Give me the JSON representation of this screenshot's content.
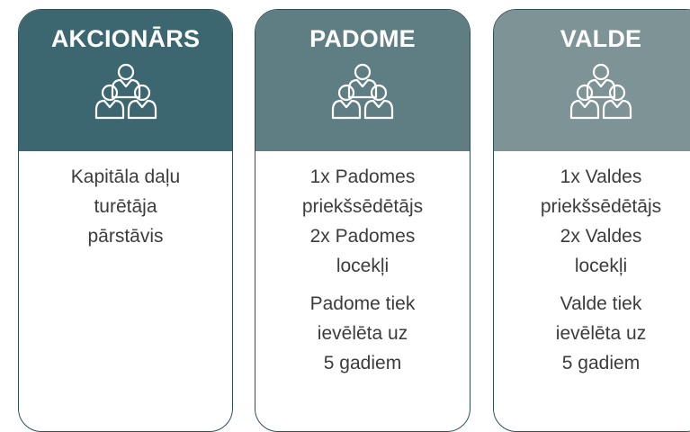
{
  "cards": [
    {
      "title": "AKCIONĀRS",
      "header_color": "#3d6770",
      "icon": "people-group-icon",
      "paragraphs": [
        [
          "Kapitāla daļu",
          "turētāja",
          "pārstāvis"
        ]
      ]
    },
    {
      "title": "PADOME",
      "header_color": "#5f7e84",
      "icon": "people-group-icon",
      "paragraphs": [
        [
          "1x Padomes",
          "priekšsēdētājs",
          "2x Padomes",
          "locekļi"
        ],
        [
          "Padome tiek",
          "ievēlēta uz",
          "5 gadiem"
        ]
      ]
    },
    {
      "title": "VALDE",
      "header_color": "#7e9396",
      "icon": "people-group-icon",
      "paragraphs": [
        [
          "1x Valdes",
          "priekšsēdētājs",
          "2x Valdes",
          "locekļi"
        ],
        [
          "Valde tiek",
          "ievēlēta uz",
          "5 gadiem"
        ]
      ]
    }
  ]
}
